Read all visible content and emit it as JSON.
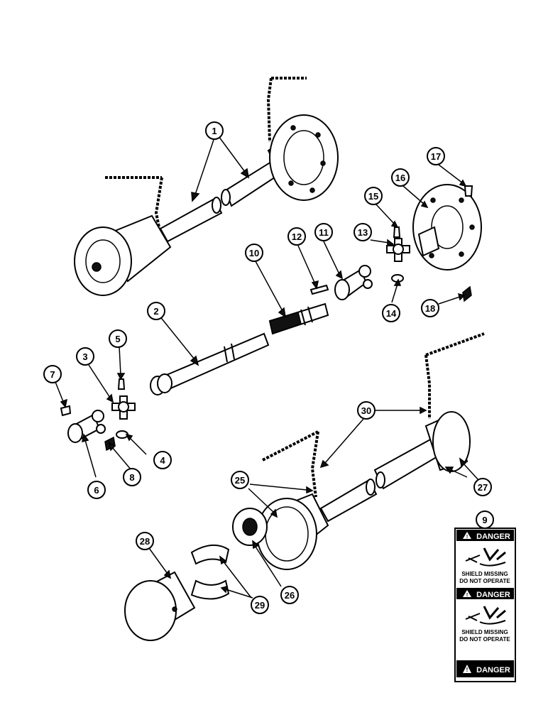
{
  "callouts": [
    "1",
    "2",
    "3",
    "4",
    "5",
    "6",
    "7",
    "8",
    "9",
    "10",
    "11",
    "12",
    "13",
    "14",
    "15",
    "16",
    "17",
    "18",
    "25",
    "26",
    "27",
    "28",
    "29",
    "30"
  ],
  "decal": {
    "danger": "DANGER",
    "line1": "SHIELD MISSING",
    "line2": "DO NOT OPERATE"
  }
}
